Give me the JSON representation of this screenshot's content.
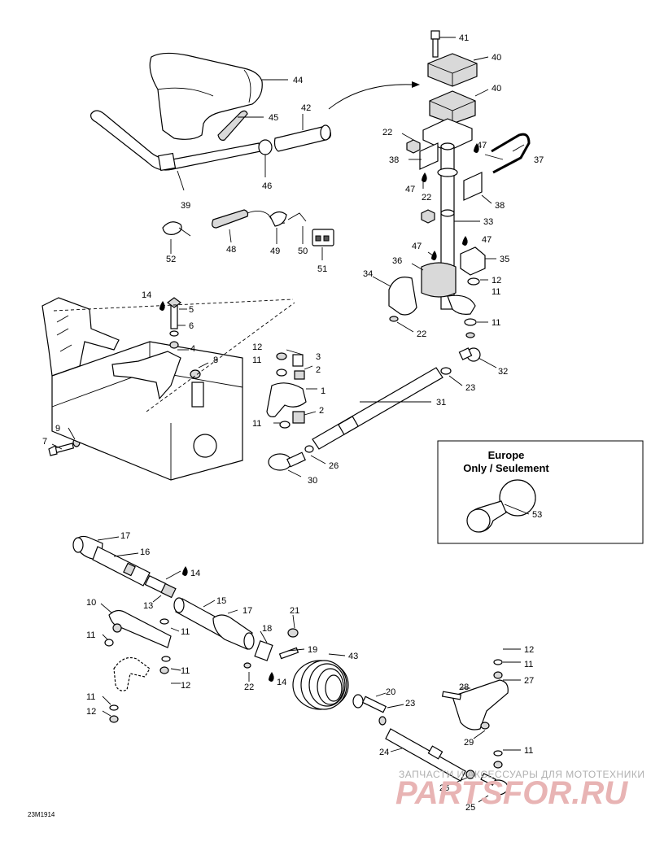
{
  "diagram": {
    "callouts": [
      {
        "id": "c41",
        "label": "41"
      },
      {
        "id": "c40a",
        "label": "40"
      },
      {
        "id": "c40b",
        "label": "40"
      },
      {
        "id": "c44",
        "label": "44"
      },
      {
        "id": "c45",
        "label": "45"
      },
      {
        "id": "c42",
        "label": "42"
      },
      {
        "id": "c46",
        "label": "46"
      },
      {
        "id": "c39",
        "label": "39"
      },
      {
        "id": "c22a",
        "label": "22"
      },
      {
        "id": "c47a",
        "label": "47"
      },
      {
        "id": "c37",
        "label": "37"
      },
      {
        "id": "c38a",
        "label": "38"
      },
      {
        "id": "c47b",
        "label": "47"
      },
      {
        "id": "c22b",
        "label": "22"
      },
      {
        "id": "c38b",
        "label": "38"
      },
      {
        "id": "c33",
        "label": "33"
      },
      {
        "id": "c52",
        "label": "52"
      },
      {
        "id": "c48",
        "label": "48"
      },
      {
        "id": "c49",
        "label": "49"
      },
      {
        "id": "c50",
        "label": "50"
      },
      {
        "id": "c51",
        "label": "51"
      },
      {
        "id": "c47c",
        "label": "47"
      },
      {
        "id": "c47d",
        "label": "47"
      },
      {
        "id": "c36",
        "label": "36"
      },
      {
        "id": "c35",
        "label": "35"
      },
      {
        "id": "c34",
        "label": "34"
      },
      {
        "id": "c12a",
        "label": "12"
      },
      {
        "id": "c11a",
        "label": "11"
      },
      {
        "id": "c22c",
        "label": "22"
      },
      {
        "id": "c11b",
        "label": "11"
      },
      {
        "id": "c14a",
        "label": "14"
      },
      {
        "id": "c5",
        "label": "5"
      },
      {
        "id": "c6",
        "label": "6"
      },
      {
        "id": "c4",
        "label": "4"
      },
      {
        "id": "c8",
        "label": "8"
      },
      {
        "id": "c12b",
        "label": "12"
      },
      {
        "id": "c3",
        "label": "3"
      },
      {
        "id": "c11c",
        "label": "11"
      },
      {
        "id": "c2a",
        "label": "2"
      },
      {
        "id": "c1",
        "label": "1"
      },
      {
        "id": "c32",
        "label": "32"
      },
      {
        "id": "c23a",
        "label": "23"
      },
      {
        "id": "c2b",
        "label": "2"
      },
      {
        "id": "c31",
        "label": "31"
      },
      {
        "id": "c11d",
        "label": "11"
      },
      {
        "id": "c9",
        "label": "9"
      },
      {
        "id": "c7",
        "label": "7"
      },
      {
        "id": "c26a",
        "label": "26"
      },
      {
        "id": "c30",
        "label": "30"
      },
      {
        "id": "c53",
        "label": "53"
      },
      {
        "id": "c17a",
        "label": "17"
      },
      {
        "id": "c16",
        "label": "16"
      },
      {
        "id": "c14b",
        "label": "14"
      },
      {
        "id": "c13",
        "label": "13"
      },
      {
        "id": "c15",
        "label": "15"
      },
      {
        "id": "c10",
        "label": "10"
      },
      {
        "id": "c17b",
        "label": "17"
      },
      {
        "id": "c21",
        "label": "21"
      },
      {
        "id": "c11e",
        "label": "11"
      },
      {
        "id": "c11f",
        "label": "11"
      },
      {
        "id": "c18",
        "label": "18"
      },
      {
        "id": "c19",
        "label": "19"
      },
      {
        "id": "c43",
        "label": "43"
      },
      {
        "id": "c11g",
        "label": "11"
      },
      {
        "id": "c12c",
        "label": "12"
      },
      {
        "id": "c22d",
        "label": "22"
      },
      {
        "id": "c14c",
        "label": "14"
      },
      {
        "id": "c12d",
        "label": "12"
      },
      {
        "id": "c11h",
        "label": "11"
      },
      {
        "id": "c28",
        "label": "28"
      },
      {
        "id": "c27",
        "label": "27"
      },
      {
        "id": "c11i",
        "label": "11"
      },
      {
        "id": "c12e",
        "label": "12"
      },
      {
        "id": "c20",
        "label": "20"
      },
      {
        "id": "c23b",
        "label": "23"
      },
      {
        "id": "c29",
        "label": "29"
      },
      {
        "id": "c24",
        "label": "24"
      },
      {
        "id": "c11j",
        "label": "11"
      },
      {
        "id": "c26b",
        "label": "26"
      },
      {
        "id": "c25",
        "label": "25"
      }
    ],
    "inset": {
      "line1": "Europe",
      "line2": "Only / Seulement"
    },
    "figure_code": "23M1914",
    "watermark": {
      "line1": "ЗАПЧАСТИ И АКСЕССУАРЫ ДЛЯ МОТОТЕХНИКИ",
      "line2": "PARTSFOR.RU"
    }
  }
}
